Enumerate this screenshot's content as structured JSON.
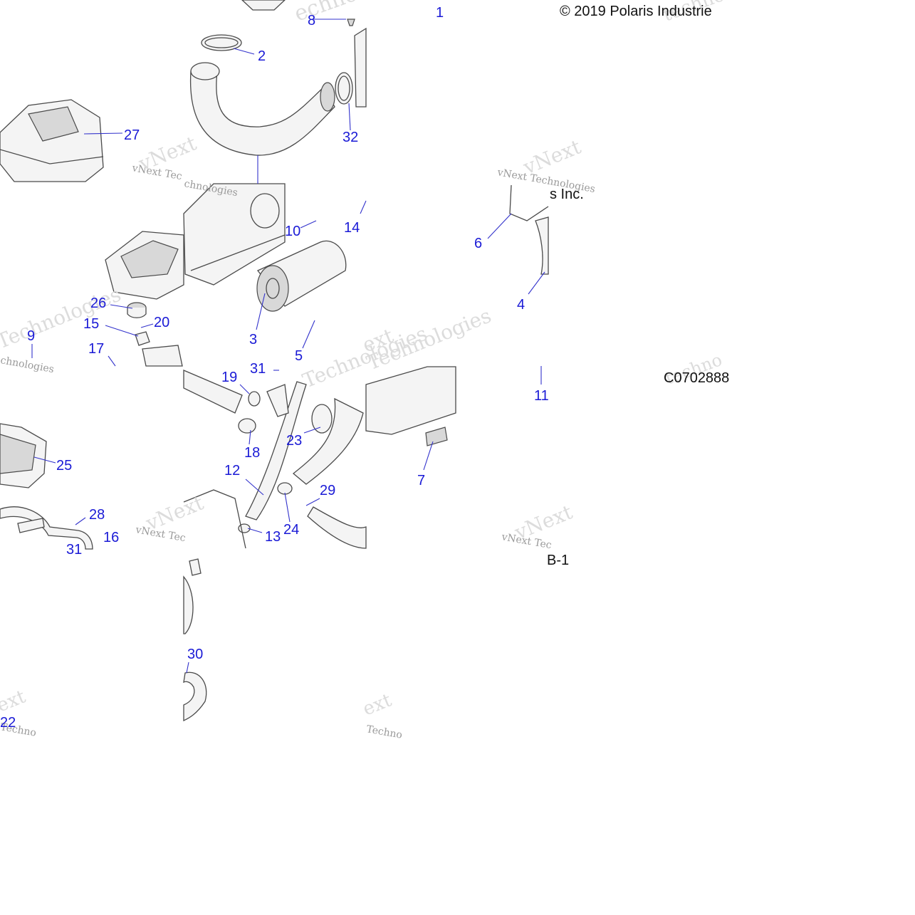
{
  "copyright_text": "© 2019 Polaris Industrie",
  "copyright_tail": "s Inc.",
  "drawing_code": "C0702888",
  "page_fragment": "B-1",
  "watermark": {
    "line1": "vNext Technologies",
    "line2": "Technologies",
    "big": "vNext",
    "pieces": [
      "vNext Tec",
      "vNext Technologies",
      "Technolo",
      "chnologies",
      "ext",
      "echno",
      "Technologies",
      "Techno",
      "techno"
    ]
  },
  "callouts": {
    "c1": "1",
    "c2": "2",
    "c3": "3",
    "c4": "4",
    "c5": "5",
    "c6": "6",
    "c7": "7",
    "c8": "8",
    "c9": "9",
    "c10": "10",
    "c11": "11",
    "c12": "12",
    "c13": "13",
    "c14": "14",
    "c15": "15",
    "c16": "16",
    "c17": "17",
    "c18": "18",
    "c19": "19",
    "c20": "20",
    "c22": "22",
    "c23": "23",
    "c24": "24",
    "c25": "25",
    "c26": "26",
    "c27": "27",
    "c28": "28",
    "c29": "29",
    "c30": "30",
    "c31a": "31",
    "c31b": "31",
    "c32": "32"
  },
  "colors": {
    "callout": "#1a1ad6",
    "leader": "#3333cc",
    "text": "#111111",
    "watermark": "#9a9a9a"
  }
}
